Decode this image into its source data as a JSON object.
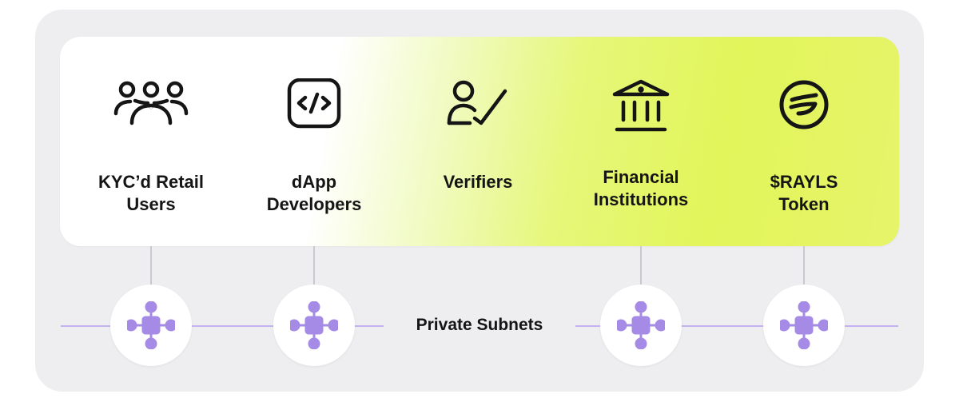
{
  "actors": [
    {
      "label": "KYC’d Retail\nUsers",
      "icon": "users-group-icon"
    },
    {
      "label": "dApp\nDevelopers",
      "icon": "code-icon"
    },
    {
      "label": "Verifiers",
      "icon": "user-check-icon"
    },
    {
      "label": "Financial\nInstitutions",
      "icon": "bank-icon"
    },
    {
      "label": "$RAYLS\nToken",
      "icon": "rayls-token-icon"
    }
  ],
  "subnets": {
    "label": "Private Subnets",
    "node_icon": "network-hub-icon"
  },
  "colors": {
    "frame_bg": "#eeeef1",
    "card_accent": "#e2f55a",
    "subnet_purple": "#a58be6",
    "connector": "#c4b2f0"
  }
}
